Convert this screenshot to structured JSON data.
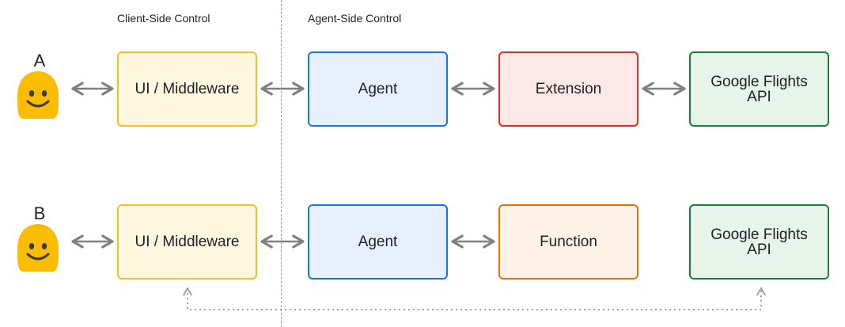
{
  "headers": {
    "client_side": "Client-Side Control",
    "agent_side": "Agent-Side Control"
  },
  "row_a": {
    "letter": "A",
    "user_icon": "smiley-face-icon",
    "middleware": "UI / Middleware",
    "agent": "Agent",
    "tool": "Extension",
    "api": "Google Flights\nAPI"
  },
  "row_b": {
    "letter": "B",
    "user_icon": "smiley-face-icon",
    "middleware": "UI / Middleware",
    "agent": "Agent",
    "tool": "Function",
    "api": "Google Flights\nAPI"
  },
  "colors": {
    "middleware_border": "#f6bf26",
    "agent_border": "#1a73e8",
    "extension_border": "#d93025",
    "function_border": "#e8710a",
    "api_border": "#188038",
    "arrow": "#808080",
    "smiley": "#fbbc04"
  }
}
